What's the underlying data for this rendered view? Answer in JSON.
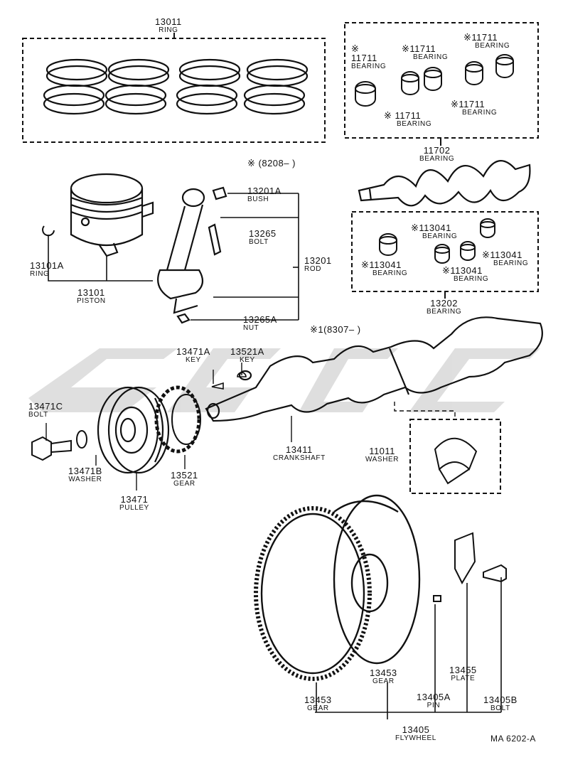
{
  "labels": {
    "ring_13011": {
      "num": "13011",
      "desc": "RING"
    },
    "bearing_a": {
      "num": "※\n11711",
      "desc": "BEARING"
    },
    "bearing_b": {
      "num": "※11711",
      "desc": "BEARING"
    },
    "bearing_c": {
      "num": "※11711",
      "desc": "BEARING"
    },
    "bearing_d": {
      "num": "※ 11711",
      "desc": "BEARING"
    },
    "bearing_e": {
      "num": "※11711",
      "desc": "BEARING"
    },
    "bearing_11702": {
      "num": "11702",
      "desc": "BEARING"
    },
    "note_8208": "※  (8208–        )",
    "bush_13201a": {
      "num": "13201A",
      "desc": "BUSH"
    },
    "bolt_13265": {
      "num": "13265",
      "desc": "BOLT"
    },
    "rod_13201": {
      "num": "13201",
      "desc": "ROD"
    },
    "ring_13101a": {
      "num": "13101A",
      "desc": "RING"
    },
    "piston_13101": {
      "num": "13101",
      "desc": "PISTON"
    },
    "nut_13265a": {
      "num": "13265A",
      "desc": "NUT"
    },
    "bearing_13041_a": {
      "num": "※113041",
      "desc": "BEARING"
    },
    "bearing_13041_b": {
      "num": "※113041",
      "desc": "BEARING"
    },
    "bearing_13041_c": {
      "num": "※113041",
      "desc": "BEARING"
    },
    "bearing_13041_d": {
      "num": "※113041",
      "desc": "BEARING"
    },
    "bearing_13202": {
      "num": "13202",
      "desc": "BEARING"
    },
    "note_8307": "※1(8307–        )",
    "key_13471a": {
      "num": "13471A",
      "desc": "KEY"
    },
    "key_13521a": {
      "num": "13521A",
      "desc": "KEY"
    },
    "bolt_13471c": {
      "num": "13471C",
      "desc": "BOLT"
    },
    "washer_13471b": {
      "num": "13471B",
      "desc": "WASHER"
    },
    "pulley_13471": {
      "num": "13471",
      "desc": "PULLEY"
    },
    "gear_13521": {
      "num": "13521",
      "desc": "GEAR"
    },
    "crankshaft_13411": {
      "num": "13411",
      "desc": "CRANKSHAFT"
    },
    "washer_11011": {
      "num": "11011",
      "desc": "WASHER"
    },
    "gear_13453_a": {
      "num": "13453",
      "desc": "GEAR"
    },
    "gear_13453_b": {
      "num": "13453",
      "desc": "GEAR"
    },
    "plate_13455": {
      "num": "13455",
      "desc": "PLATE"
    },
    "pin_13405a": {
      "num": "13405A",
      "desc": "PIN"
    },
    "bolt_13405b": {
      "num": "13405B",
      "desc": "BOLT"
    },
    "flywheel_13405": {
      "num": "13405",
      "desc": "FLYWHEEL"
    },
    "doc_code": "MA 6202-A"
  }
}
